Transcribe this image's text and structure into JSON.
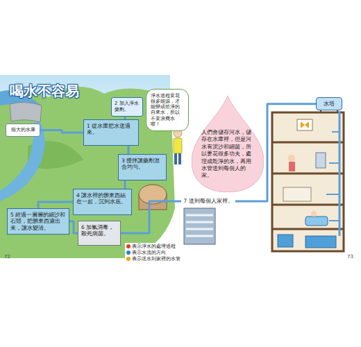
{
  "diagram": {
    "title": "喝水不容易",
    "nodes": [
      {
        "text": [
          "很大的水庫"
        ]
      },
      {
        "text": [
          "1 從水庫把水送過來。"
        ]
      },
      {
        "text": [
          "2 加入淨水藥劑。"
        ]
      },
      {
        "text": [
          "3 攪拌讓藥劑混合均勻。"
        ]
      },
      {
        "text": [
          "4 讓水裡的髒東西結在一起，沉到水底。"
        ]
      },
      {
        "text": [
          "5 經過一層層的細沙和石頭，把髒東西濾出來，讓水變清。"
        ]
      },
      {
        "text": [
          "6 加氯消毒，殺死病菌。"
        ]
      },
      {
        "text": [
          "淨水過程要花很多能源，才能變成乾淨的自來水，所以不要浪費水喔！"
        ]
      },
      {
        "text": [
          "人們會儲存河水，儲存在水庫裡，但是河水有泥沙和細菌，所以要花很多功夫，處理成乾淨的水，再用水管送到每個人的家。"
        ]
      },
      {
        "text": [
          "水塔"
        ]
      }
    ],
    "edges": [
      {
        "from": 0,
        "to": 1,
        "arrow": "none"
      },
      {
        "from": 2,
        "to": 1,
        "arrow": "none"
      },
      {
        "from": 1,
        "to": 3,
        "arrow": "none"
      },
      {
        "from": 3,
        "to": 4,
        "arrow": "none"
      },
      {
        "from": 4,
        "to": 5,
        "arrow": "none"
      },
      {
        "from": 5,
        "to": 6,
        "arrow": "none"
      },
      {
        "from": 6,
        "to": 9,
        "label": "7 送到每個人家裡。",
        "arrow": "none"
      }
    ],
    "labels": [
      "72",
      "73"
    ],
    "legend": [
      {
        "text": "表示淨水的處理過程",
        "color": "#e8392c"
      },
      {
        "text": "表示水流的方向",
        "color": "#2f7fd0"
      },
      {
        "text": "表示送水到家裡的水管",
        "color": "#f0a21a"
      }
    ]
  }
}
